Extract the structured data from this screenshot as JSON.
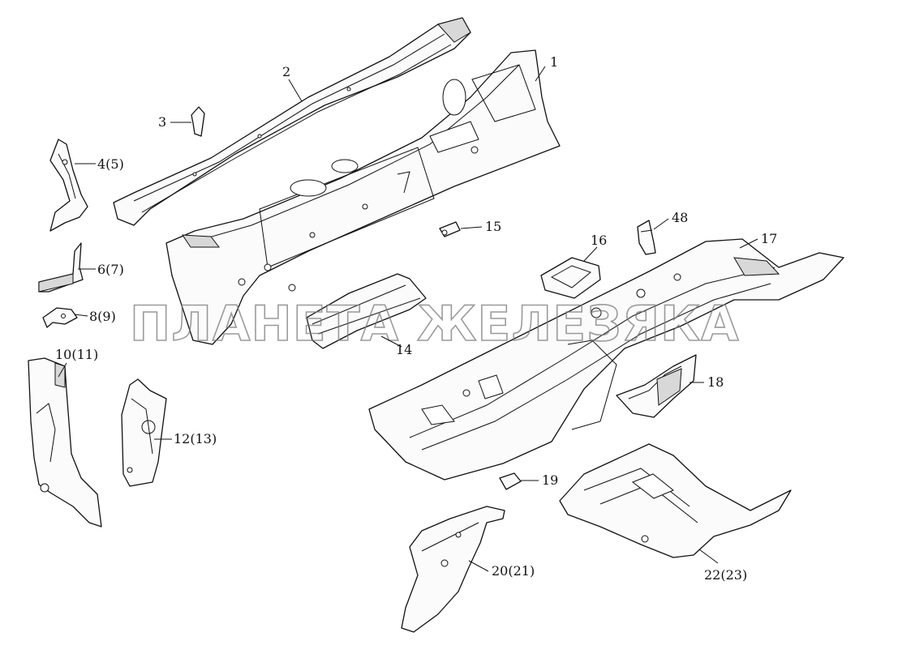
{
  "watermark": "ПЛАНЕТА ЖЕЛЕЗЯКА",
  "callouts": {
    "p1": "1",
    "p2": "2",
    "p3": "3",
    "p4": "4(5)",
    "p6": "6(7)",
    "p8": "8(9)",
    "p10": "10(11)",
    "p12": "12(13)",
    "p14": "14",
    "p15": "15",
    "p16": "16",
    "p17": "17",
    "p18": "18",
    "p19": "19",
    "p20": "20(21)",
    "p22": "22(23)",
    "p48": "48"
  }
}
